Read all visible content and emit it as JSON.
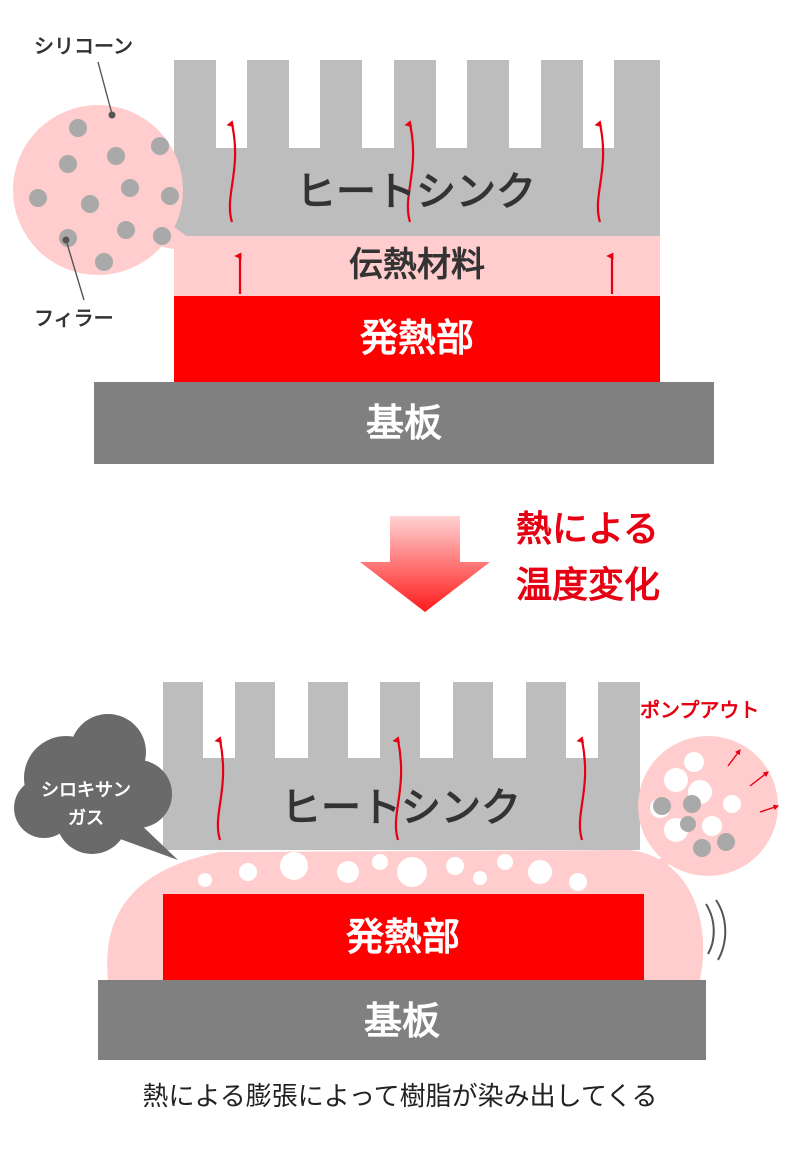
{
  "colors": {
    "heatsink": "#bdbdbd",
    "tim": "#ffcdcd",
    "heat_source": "#fe0000",
    "substrate": "#808080",
    "arrow": "#e60012",
    "gas_bubble": "#6a6a6a",
    "particle": "#a9a9a9",
    "label_dark": "#333333",
    "caption": "#222222"
  },
  "top": {
    "heatsink_label": "ヒートシンク",
    "tim_label": "伝熱材料",
    "heat_source_label": "発熱部",
    "substrate_label": "基板",
    "callout_silicone": "シリコーン",
    "callout_filler": "フィラー"
  },
  "transition": {
    "line1": "熱による",
    "line2": "温度変化"
  },
  "bottom": {
    "heatsink_label": "ヒートシンク",
    "heat_source_label": "発熱部",
    "substrate_label": "基板",
    "pump_out_label": "ポンプアウト",
    "gas_label_line1": "シロキサン",
    "gas_label_line2": "ガス"
  },
  "caption": "熱による膨張によって樹脂が染み出してくる"
}
